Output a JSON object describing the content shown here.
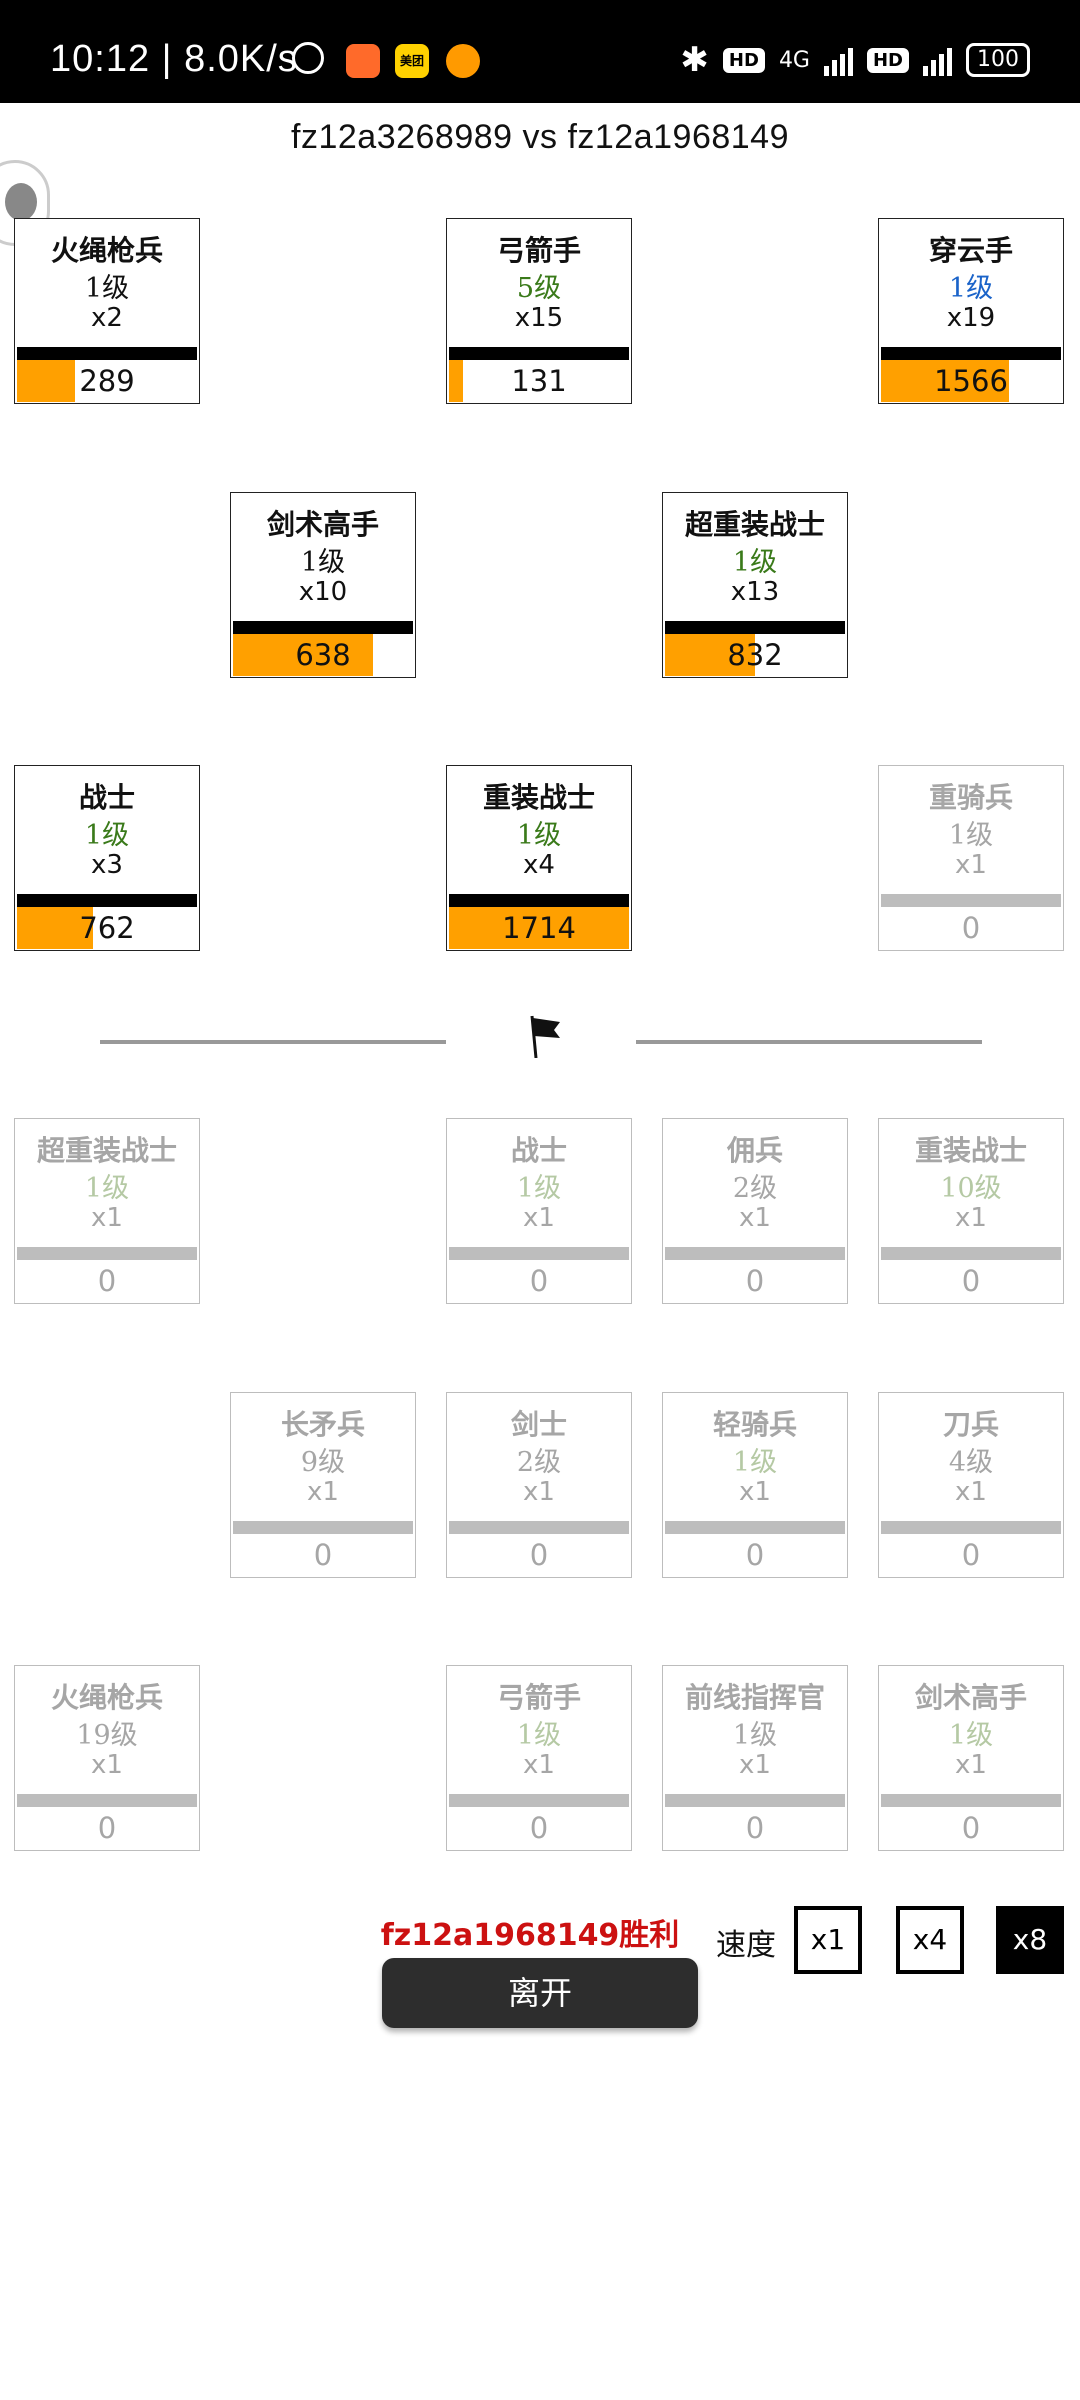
{
  "status_bar": {
    "time": "10:12 | 8.0K/s",
    "apps": [
      "美团"
    ],
    "battery": "100",
    "network": "4G"
  },
  "title": "fz12a3268989 vs fz12a1968149",
  "top_units": [
    {
      "name": "火绳枪兵",
      "level": "1级",
      "count": "x2",
      "hp": "289",
      "hp_ratio": 0.32,
      "level_color": "#111111"
    },
    {
      "name": "弓箭手",
      "level": "5级",
      "count": "x15",
      "hp": "131",
      "hp_ratio": 0.08,
      "level_color": "#3a7a1a"
    },
    {
      "name": "穿云手",
      "level": "1级",
      "count": "x19",
      "hp": "1566",
      "hp_ratio": 0.71,
      "level_color": "#1a63c9"
    },
    {
      "name": "剑术高手",
      "level": "1级",
      "count": "x10",
      "hp": "638",
      "hp_ratio": 0.78,
      "level_color": "#111111"
    },
    {
      "name": "超重装战士",
      "level": "1级",
      "count": "x13",
      "hp": "832",
      "hp_ratio": 0.5,
      "level_color": "#3a7a1a"
    },
    {
      "name": "战士",
      "level": "1级",
      "count": "x3",
      "hp": "762",
      "hp_ratio": 0.42,
      "level_color": "#3a7a1a"
    },
    {
      "name": "重装战士",
      "level": "1级",
      "count": "x4",
      "hp": "1714",
      "hp_ratio": 1.0,
      "level_color": "#3a7a1a"
    },
    {
      "name": "重骑兵",
      "level": "1级",
      "count": "x1",
      "hp": "0",
      "hp_ratio": 0,
      "dead": true,
      "level_color": "#a6a6a6"
    }
  ],
  "bottom_units": [
    {
      "name": "超重装战士",
      "level": "1级",
      "count": "x1",
      "hp": "0",
      "dead": true,
      "level_color": "#b5c9a4"
    },
    {
      "name": "战士",
      "level": "1级",
      "count": "x1",
      "hp": "0",
      "dead": true,
      "level_color": "#b5c9a4"
    },
    {
      "name": "佣兵",
      "level": "2级",
      "count": "x1",
      "hp": "0",
      "dead": true,
      "level_color": "#a6a6a6"
    },
    {
      "name": "重装战士",
      "level": "10级",
      "count": "x1",
      "hp": "0",
      "dead": true,
      "level_color": "#b5c9a4"
    },
    {
      "name": "长矛兵",
      "level": "9级",
      "count": "x1",
      "hp": "0",
      "dead": true,
      "level_color": "#a6a6a6"
    },
    {
      "name": "剑士",
      "level": "2级",
      "count": "x1",
      "hp": "0",
      "dead": true,
      "level_color": "#a6a6a6"
    },
    {
      "name": "轻骑兵",
      "level": "1级",
      "count": "x1",
      "hp": "0",
      "dead": true,
      "level_color": "#b5c9a4"
    },
    {
      "name": "刀兵",
      "level": "4级",
      "count": "x1",
      "hp": "0",
      "dead": true,
      "level_color": "#a6a6a6"
    },
    {
      "name": "火绳枪兵",
      "level": "19级",
      "count": "x1",
      "hp": "0",
      "dead": true,
      "level_color": "#a6a6a6"
    },
    {
      "name": "弓箭手",
      "level": "1级",
      "count": "x1",
      "hp": "0",
      "dead": true,
      "level_color": "#b5c9a4"
    },
    {
      "name": "前线指挥官",
      "level": "1级",
      "count": "x1",
      "hp": "0",
      "dead": true,
      "level_color": "#a6a6a6"
    },
    {
      "name": "剑术高手",
      "level": "1级",
      "count": "x1",
      "hp": "0",
      "dead": true,
      "level_color": "#b5c9a4"
    }
  ],
  "result_text": "fz12a1968149胜利",
  "leave_label": "离开",
  "speed": {
    "label": "速度",
    "options": [
      "x1",
      "x4",
      "x8"
    ],
    "selected": "x8"
  }
}
